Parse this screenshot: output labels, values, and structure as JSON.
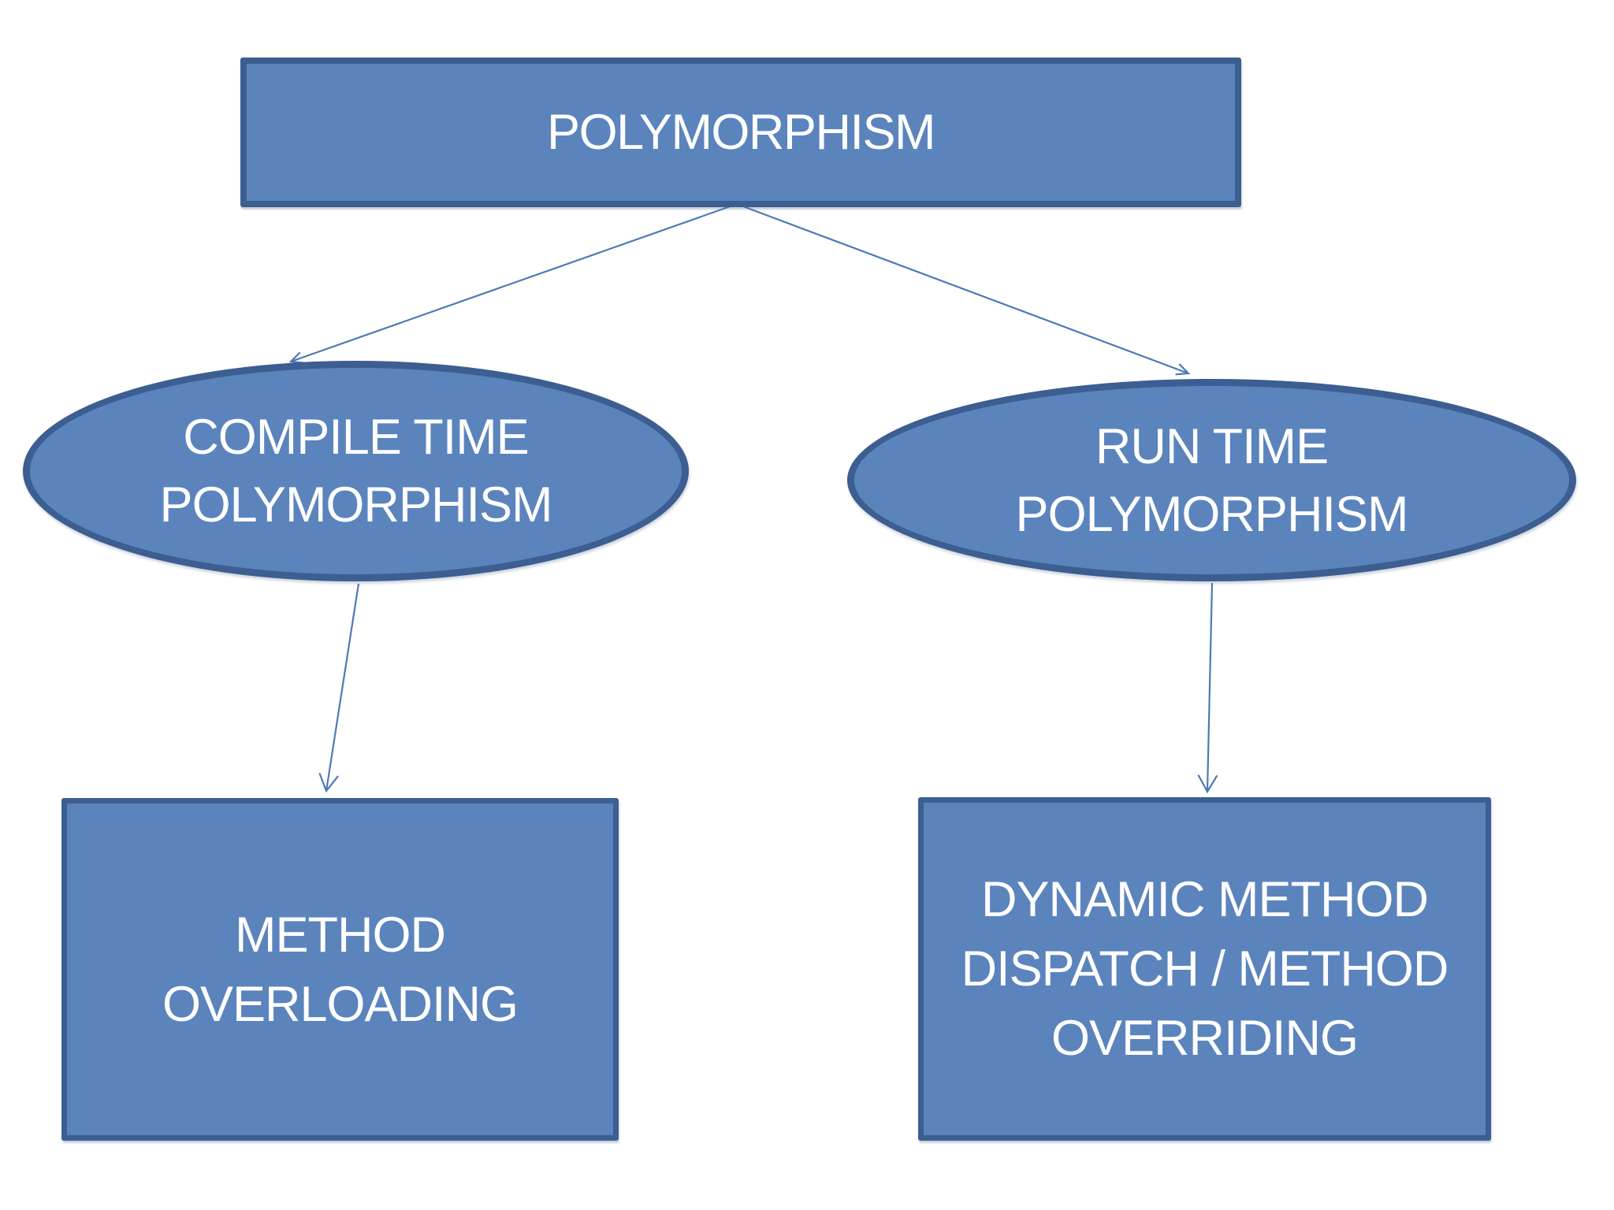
{
  "colors": {
    "background": "#ffffff",
    "shape_fill": "#5b84bd",
    "shape_border": "#3c5e91",
    "connector": "#4e79b4",
    "text": "#ffffff"
  },
  "nodes": {
    "root": {
      "lines": [
        "POLYMORPHISM"
      ]
    },
    "compile_time": {
      "lines": [
        "COMPILE TIME",
        "POLYMORPHISM"
      ]
    },
    "run_time": {
      "lines": [
        "RUN TIME",
        "POLYMORPHISM"
      ]
    },
    "method_overloading": {
      "lines": [
        "METHOD",
        "OVERLOADING"
      ]
    },
    "dynamic_dispatch": {
      "lines": [
        "DYNAMIC METHOD",
        "DISPATCH / METHOD",
        "OVERRIDING"
      ]
    }
  },
  "edges": [
    {
      "from": "root",
      "to": "compile_time"
    },
    {
      "from": "root",
      "to": "run_time"
    },
    {
      "from": "compile_time",
      "to": "method_overloading"
    },
    {
      "from": "run_time",
      "to": "dynamic_dispatch"
    }
  ]
}
